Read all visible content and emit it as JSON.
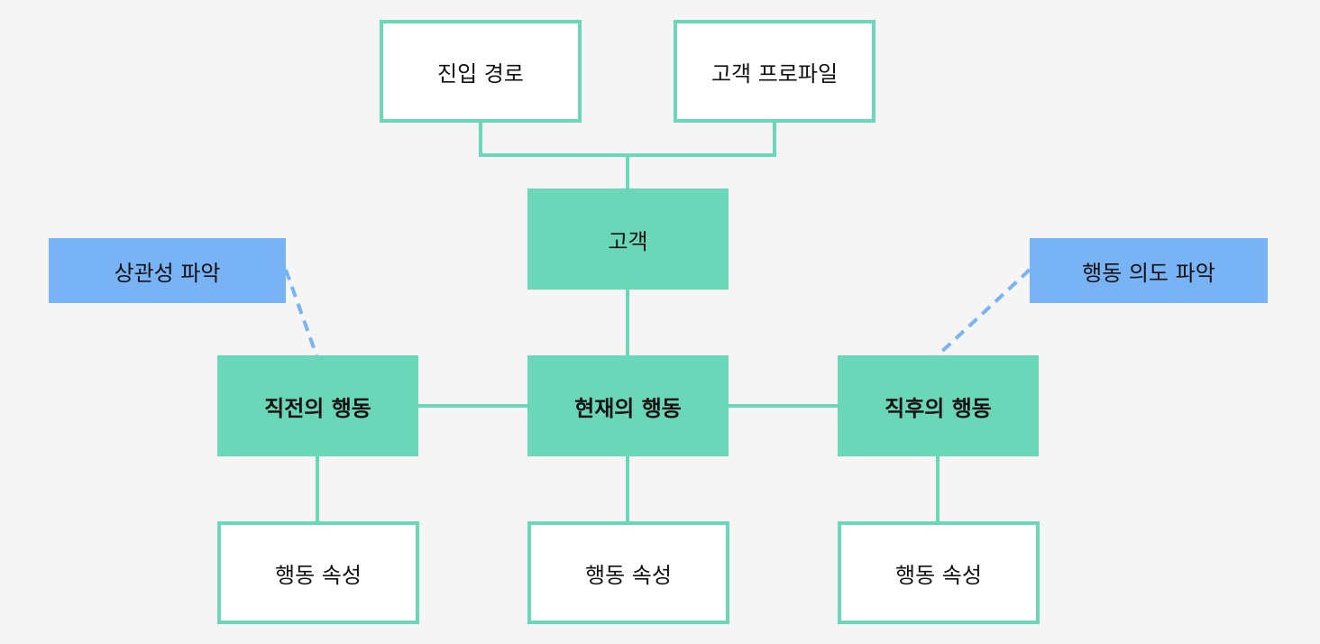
{
  "colors": {
    "background": "#f5f5f5",
    "node_green": "#6ad8b8",
    "node_white": "#ffffff",
    "note_blue": "#77b3f5",
    "dashed_line": "#77b3f5"
  },
  "nodes": {
    "entry_path": "진입 경로",
    "customer_profile": "고객 프로파일",
    "customer": "고객",
    "previous_action": "직전의 행동",
    "current_action": "현재의 행동",
    "next_action": "직후의 행동",
    "attr_previous": "행동 속성",
    "attr_current": "행동 속성",
    "attr_next": "행동 속성"
  },
  "notes": {
    "correlation": "상관성 파악",
    "intent": "행동 의도 파악"
  }
}
